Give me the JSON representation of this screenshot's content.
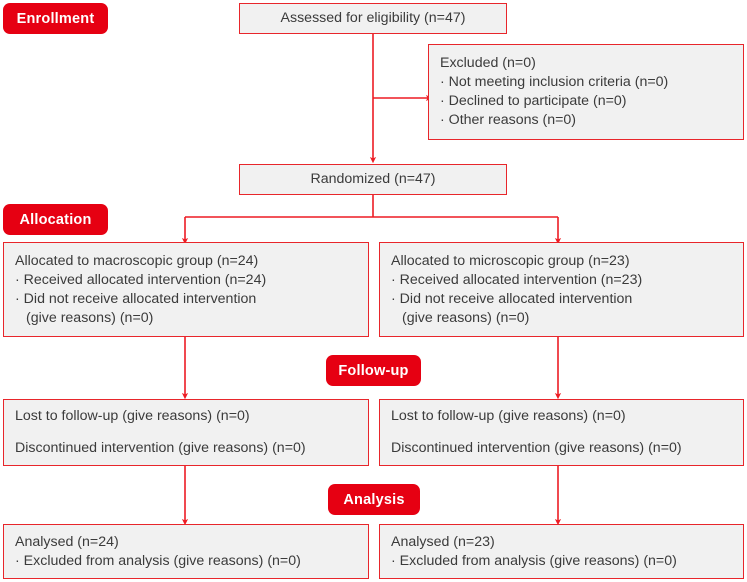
{
  "diagram": {
    "title": "CONSORT participant flow diagram",
    "type": "flowchart",
    "colors": {
      "accent_red": "#e60012",
      "border_red": "#e8262b",
      "box_fill": "#f1f1f1",
      "text": "#3b3b3b",
      "badge_text": "#ffffff"
    }
  },
  "stages": {
    "enrollment": "Enrollment",
    "allocation": "Allocation",
    "followup": "Follow-up",
    "analysis": "Analysis"
  },
  "boxes": {
    "assessed": {
      "lines": [
        "Assessed for eligibility (n=47)"
      ]
    },
    "excluded": {
      "lines": [
        "Excluded (n=0)",
        "· Not meeting inclusion criteria (n=0)",
        "· Declined to participate (n=0)",
        "· Other reasons (n=0)"
      ]
    },
    "randomized": {
      "lines": [
        "Randomized (n=47)"
      ]
    },
    "allocated_left": {
      "lines": [
        "Allocated to macroscopic group (n=24)",
        "· Received allocated intervention (n=24)",
        "· Did not receive allocated intervention",
        "(give reasons) (n=0)"
      ]
    },
    "allocated_right": {
      "lines": [
        "Allocated to microscopic group (n=23)",
        "· Received allocated intervention (n=23)",
        "· Did not receive allocated intervention",
        "(give reasons) (n=0)"
      ]
    },
    "followup_left": {
      "lines": [
        "Lost to follow-up (give reasons) (n=0)",
        "Discontinued intervention (give reasons) (n=0)"
      ]
    },
    "followup_right": {
      "lines": [
        "Lost to follow-up (give reasons) (n=0)",
        "Discontinued intervention (give reasons) (n=0)"
      ]
    },
    "analysis_left": {
      "lines": [
        "Analysed (n=24)",
        "· Excluded from analysis (give reasons) (n=0)"
      ]
    },
    "analysis_right": {
      "lines": [
        "Analysed (n=23)",
        "· Excluded from analysis (give reasons) (n=0)"
      ]
    }
  },
  "chart_data": {
    "type": "diagram",
    "title": "CONSORT flow diagram",
    "nodes": [
      {
        "id": "assessed",
        "stage": "Enrollment",
        "label": "Assessed for eligibility",
        "n": 47
      },
      {
        "id": "excluded",
        "stage": "Enrollment",
        "label": "Excluded",
        "n": 0,
        "reasons": [
          {
            "label": "Not meeting inclusion criteria",
            "n": 0
          },
          {
            "label": "Declined to participate",
            "n": 0
          },
          {
            "label": "Other reasons",
            "n": 0
          }
        ]
      },
      {
        "id": "randomized",
        "stage": "Enrollment",
        "label": "Randomized",
        "n": 47
      },
      {
        "id": "allocated_left",
        "stage": "Allocation",
        "label": "Allocated to macroscopic group",
        "n": 24,
        "details": [
          {
            "label": "Received allocated intervention",
            "n": 24
          },
          {
            "label": "Did not receive allocated intervention (give reasons)",
            "n": 0
          }
        ]
      },
      {
        "id": "allocated_right",
        "stage": "Allocation",
        "label": "Allocated to microscopic group",
        "n": 23,
        "details": [
          {
            "label": "Received allocated intervention",
            "n": 23
          },
          {
            "label": "Did not receive allocated intervention (give reasons)",
            "n": 0
          }
        ]
      },
      {
        "id": "followup_left",
        "stage": "Follow-up",
        "details": [
          {
            "label": "Lost to follow-up (give reasons)",
            "n": 0
          },
          {
            "label": "Discontinued intervention (give reasons)",
            "n": 0
          }
        ]
      },
      {
        "id": "followup_right",
        "stage": "Follow-up",
        "details": [
          {
            "label": "Lost to follow-up (give reasons)",
            "n": 0
          },
          {
            "label": "Discontinued intervention (give reasons)",
            "n": 0
          }
        ]
      },
      {
        "id": "analysis_left",
        "stage": "Analysis",
        "label": "Analysed",
        "n": 24,
        "details": [
          {
            "label": "Excluded from analysis (give reasons)",
            "n": 0
          }
        ]
      },
      {
        "id": "analysis_right",
        "stage": "Analysis",
        "label": "Analysed",
        "n": 23,
        "details": [
          {
            "label": "Excluded from analysis (give reasons)",
            "n": 0
          }
        ]
      }
    ],
    "edges": [
      {
        "from": "assessed",
        "to": "excluded"
      },
      {
        "from": "assessed",
        "to": "randomized"
      },
      {
        "from": "randomized",
        "to": "allocated_left"
      },
      {
        "from": "randomized",
        "to": "allocated_right"
      },
      {
        "from": "allocated_left",
        "to": "followup_left"
      },
      {
        "from": "allocated_right",
        "to": "followup_right"
      },
      {
        "from": "followup_left",
        "to": "analysis_left"
      },
      {
        "from": "followup_right",
        "to": "analysis_right"
      }
    ]
  }
}
